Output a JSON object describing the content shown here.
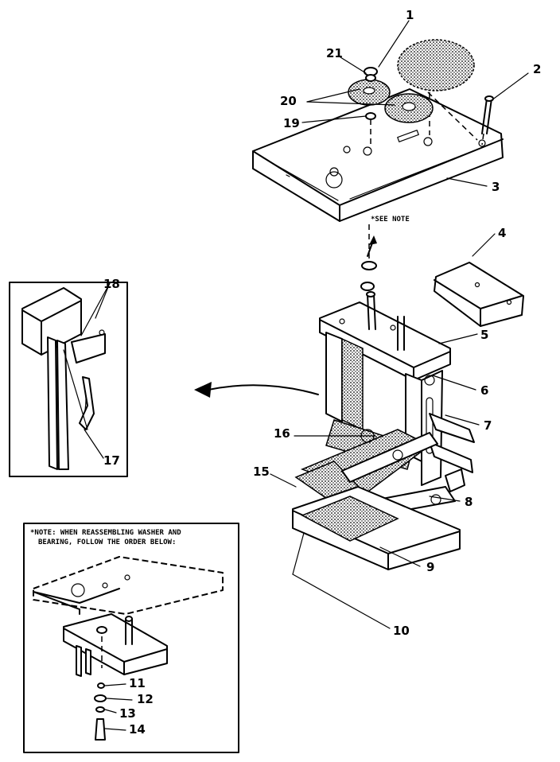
{
  "callouts": {
    "c1": "1",
    "c2": "2",
    "c3": "3",
    "c4": "4",
    "c5": "5",
    "c6": "6",
    "c7": "7",
    "c8": "8",
    "c9": "9",
    "c10": "10",
    "c11": "11",
    "c12": "12",
    "c13": "13",
    "c14": "14",
    "c15": "15",
    "c16": "16",
    "c17": "17",
    "c18": "18",
    "c19": "19",
    "c20": "20",
    "c21": "21"
  },
  "see_note": "*SEE NOTE",
  "note": {
    "line1": "*NOTE: WHEN REASSEMBLING WASHER AND",
    "line2": "BEARING, FOLLOW THE ORDER BELOW:"
  }
}
